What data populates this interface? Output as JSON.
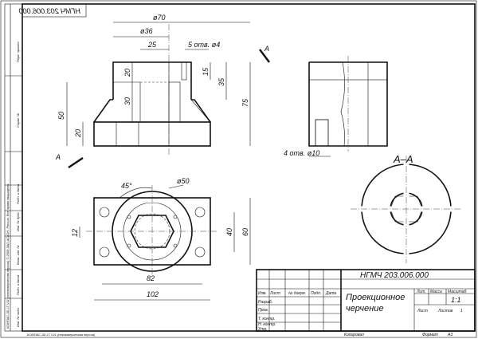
{
  "sheet": {
    "stamp_code_mirrored": "НГМЧ 203.006.000",
    "left_margin_labels": [
      "Перв. примен.",
      "Справ. №",
      "Подп. и дата",
      "Инв. № дубл.",
      "Взам. инв. №",
      "Подп. и дата",
      "Инв. № подл."
    ],
    "left_margin_long_text": "КОМПАС-3D LT V11 (некоммерческая версия) © 2009 ЗАО АСКОН. Россия. Все права защищены.",
    "bottom_strip": "КОМПАС-3D LT V11 (некоммерческая версия)",
    "bottom_copy_label": "Копировал",
    "bottom_format_label": "Формат",
    "bottom_format_value": "A3"
  },
  "front_view": {
    "dims": {
      "d70": "ø70",
      "d36": "ø36",
      "w25": "25",
      "holes": "5 отв. ø4",
      "h20_top": "20",
      "h30": "30",
      "h50": "50",
      "h20_bottom": "20",
      "h75": "75",
      "h15": "15",
      "h35": "35"
    },
    "cut_label": "A"
  },
  "side_view": {
    "dims": {
      "holes": "4 отв. ø10"
    }
  },
  "section_view": {
    "label": "A–A"
  },
  "top_view": {
    "dims": {
      "angle": "45°",
      "d50": "ø50",
      "w82": "82",
      "w102": "102",
      "h12": "12",
      "h40": "40",
      "h60": "60"
    }
  },
  "title_block": {
    "code": "НГМЧ 203.006.000",
    "name_line1": "Проекционное",
    "name_line2": "черчение",
    "col_headers": [
      "Изм.",
      "Лист",
      "№ докум.",
      "Подп.",
      "Дата"
    ],
    "row_labels": [
      "Разраб.",
      "Пров.",
      "Т. контр.",
      "Н. контр.",
      "Утв."
    ],
    "lit_label": "Лит.",
    "mass_label": "Масса",
    "scale_label": "Масштаб",
    "scale_value": "1:1",
    "sheet_label": "Лист",
    "sheets_label": "Листов",
    "sheets_value": "1"
  }
}
